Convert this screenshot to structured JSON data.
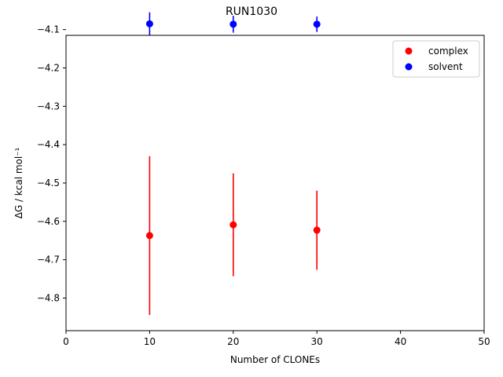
{
  "chart_data": {
    "type": "scatter",
    "title": "RUN1030",
    "xlabel": "Number of CLONEs",
    "ylabel": "ΔG / kcal mol⁻¹",
    "xlim": [
      0,
      50
    ],
    "ylim": [
      -4.885,
      -4.115
    ],
    "xticks": [
      0,
      10,
      20,
      30,
      40,
      50
    ],
    "xtick_labels": [
      "0",
      "10",
      "20",
      "30",
      "40",
      "50"
    ],
    "yticks": [
      -4.1,
      -4.2,
      -4.3,
      -4.4,
      -4.5,
      -4.6,
      -4.7,
      -4.8
    ],
    "ytick_labels": [
      "−4.1",
      "−4.2",
      "−4.3",
      "−4.4",
      "−4.5",
      "−4.6",
      "−4.7",
      "−4.8"
    ],
    "grid": false,
    "legend_position": "top-right",
    "series": [
      {
        "name": "complex",
        "color": "#ff0000",
        "x": [
          10,
          20,
          30
        ],
        "y": [
          -4.637,
          -4.609,
          -4.623
        ],
        "err": [
          0.207,
          0.134,
          0.103
        ]
      },
      {
        "name": "solvent",
        "color": "#0000ff",
        "x": [
          10,
          20,
          30
        ],
        "y": [
          -4.085,
          -4.086,
          -4.086
        ],
        "err": [
          0.03,
          0.022,
          0.02
        ]
      }
    ]
  }
}
